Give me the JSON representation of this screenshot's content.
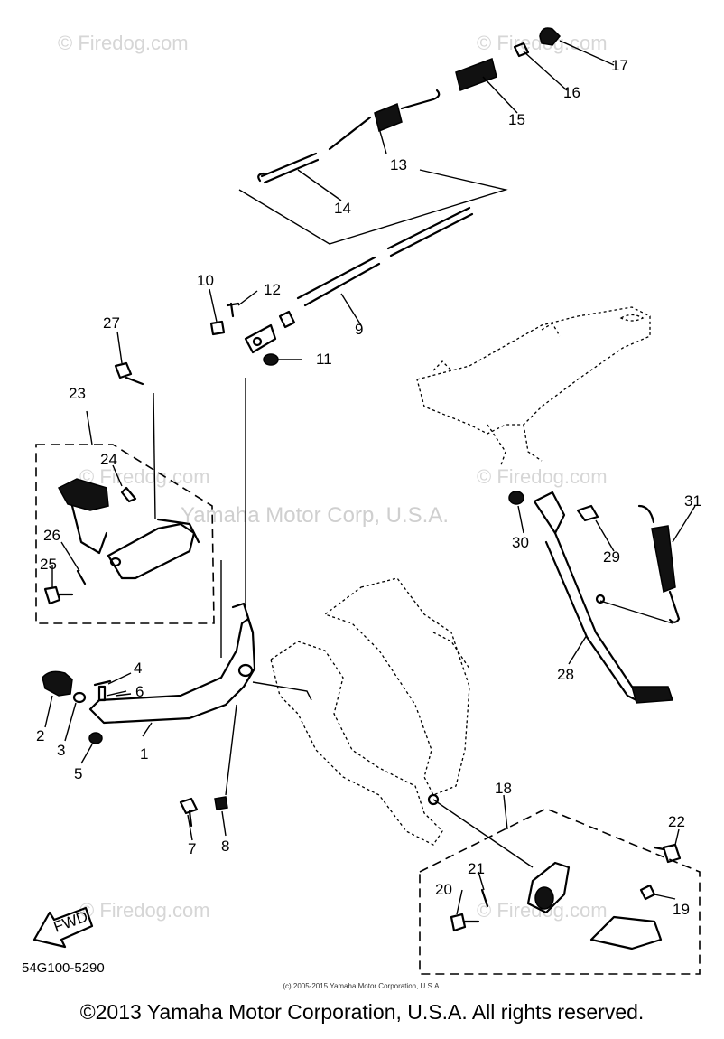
{
  "diagram": {
    "watermarks": [
      "© Firedog.com",
      "© Firedog.com",
      "© Firedog.com",
      "© Firedog.com",
      "© Firedog.com",
      "© Firedog.com"
    ],
    "center_watermark": "Yamaha Motor Corp, U.S.A.",
    "fwd_label": "FWD",
    "diagram_code": "54G100-5290",
    "small_copyright": "(c) 2005-2015 Yamaha Motor Corporation, U.S.A.",
    "copyright": "©2013 Yamaha Motor Corporation, U.S.A. All rights reserved.",
    "part_labels": [
      "1",
      "2",
      "3",
      "4",
      "5",
      "6",
      "7",
      "8",
      "9",
      "10",
      "11",
      "12",
      "13",
      "14",
      "15",
      "16",
      "17",
      "18",
      "19",
      "20",
      "21",
      "22",
      "23",
      "24",
      "25",
      "26",
      "27",
      "28",
      "29",
      "30",
      "31"
    ]
  }
}
